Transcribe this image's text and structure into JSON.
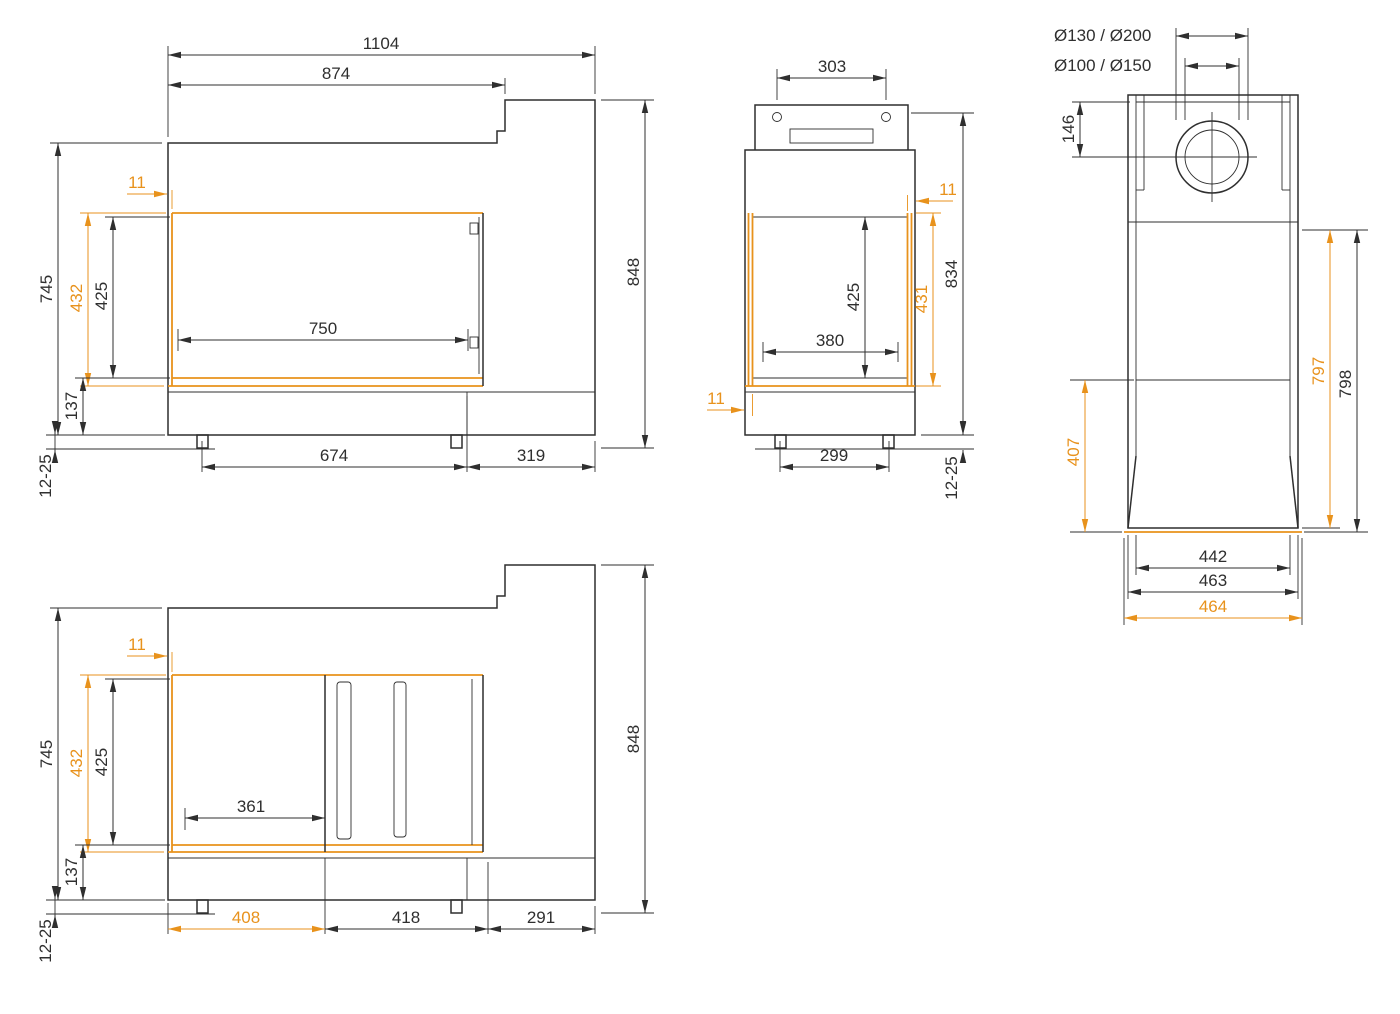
{
  "colors": {
    "line": "#2f2f2f",
    "accent": "#e8921c",
    "background": "#ffffff"
  },
  "front_view": {
    "overall_width": "1104",
    "body_width": "874",
    "overall_height": "848",
    "body_height": "745",
    "frame_height": "432",
    "glass_height": "425",
    "base_height": "137",
    "foot_adjust_range": "12-25",
    "frame_offset": "11",
    "opening_width": "750",
    "foot_spacing": "674",
    "right_panel_width": "319"
  },
  "side_view": {
    "top_duct_width": "303",
    "overall_height": "834",
    "frame_height": "431",
    "glass_height": "425",
    "opening_depth": "380",
    "frame_offset_upper": "11",
    "frame_offset_lower": "11",
    "foot_spacing": "299",
    "foot_adjust_range": "12-25"
  },
  "top_view": {
    "flue_diameters_outer": "Ø130 / Ø200",
    "flue_diameters_inner": "Ø100 / Ø150",
    "flue_center_offset": "146",
    "inner_depth": "797",
    "overall_depth": "798",
    "front_section_depth": "407",
    "inner_width": "442",
    "body_width": "463",
    "overall_width": "464"
  },
  "plan_view": {
    "body_height": "745",
    "frame_height": "432",
    "glass_height": "425",
    "base_height": "137",
    "foot_adjust_range": "12-25",
    "frame_offset": "11",
    "opening_width": "361",
    "overall_height": "848",
    "glass_section_width": "408",
    "door_section_width": "418",
    "side_section_width": "291"
  }
}
